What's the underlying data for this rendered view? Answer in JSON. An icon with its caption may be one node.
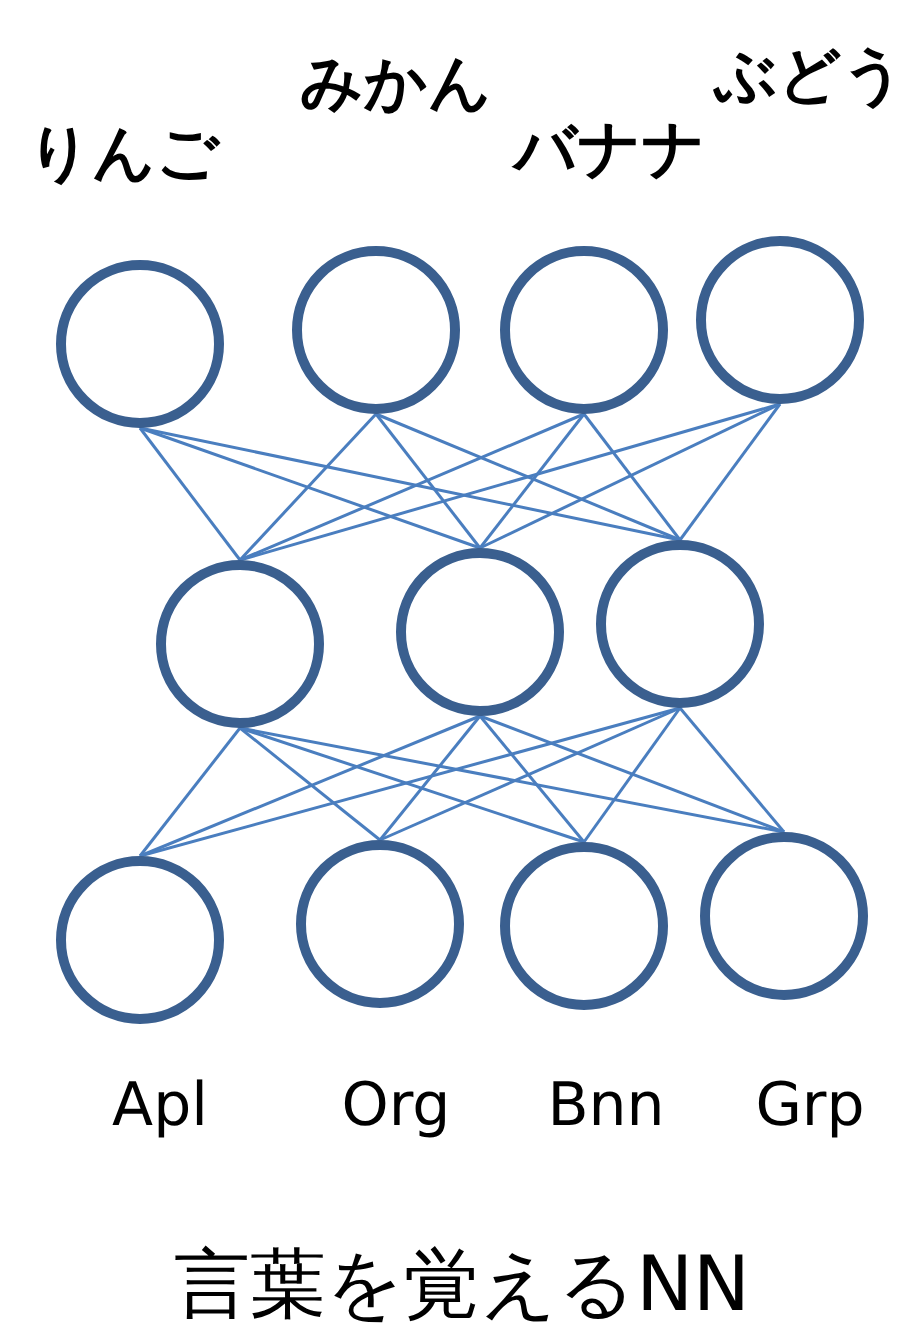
{
  "diagram": {
    "caption": "言葉を覚えるNN",
    "nodes": [
      {
        "text": [
          "りんご"
        ]
      },
      {
        "text": [
          "みかん"
        ]
      },
      {
        "text": [
          "バナナ"
        ]
      },
      {
        "text": [
          "ぶどう"
        ]
      },
      {
        "text": [],
        "shape": "circle"
      },
      {
        "text": [],
        "shape": "circle"
      },
      {
        "text": [],
        "shape": "circle"
      },
      {
        "text": [
          "Apl"
        ]
      },
      {
        "text": [
          "Org"
        ]
      },
      {
        "text": [
          "Bnn"
        ]
      },
      {
        "text": [
          "Grp"
        ]
      }
    ],
    "edges": [
      {
        "from": 0,
        "to": 4,
        "arrow": "none"
      },
      {
        "from": 0,
        "to": 5,
        "arrow": "none"
      },
      {
        "from": 0,
        "to": 6,
        "arrow": "none"
      },
      {
        "from": 1,
        "to": 4,
        "arrow": "none"
      },
      {
        "from": 1,
        "to": 5,
        "arrow": "none"
      },
      {
        "from": 1,
        "to": 6,
        "arrow": "none"
      },
      {
        "from": 2,
        "to": 4,
        "arrow": "none"
      },
      {
        "from": 2,
        "to": 5,
        "arrow": "none"
      },
      {
        "from": 2,
        "to": 6,
        "arrow": "none"
      },
      {
        "from": 3,
        "to": 4,
        "arrow": "none"
      },
      {
        "from": 3,
        "to": 5,
        "arrow": "none"
      },
      {
        "from": 3,
        "to": 6,
        "arrow": "none"
      },
      {
        "from": 4,
        "to": 7,
        "arrow": "none"
      },
      {
        "from": 4,
        "to": 8,
        "arrow": "none"
      },
      {
        "from": 4,
        "to": 9,
        "arrow": "none"
      },
      {
        "from": 4,
        "to": 10,
        "arrow": "none"
      },
      {
        "from": 5,
        "to": 7,
        "arrow": "none"
      },
      {
        "from": 5,
        "to": 8,
        "arrow": "none"
      },
      {
        "from": 5,
        "to": 9,
        "arrow": "none"
      },
      {
        "from": 5,
        "to": 10,
        "arrow": "none"
      },
      {
        "from": 6,
        "to": 7,
        "arrow": "none"
      },
      {
        "from": 6,
        "to": 8,
        "arrow": "none"
      },
      {
        "from": 6,
        "to": 9,
        "arrow": "none"
      },
      {
        "from": 6,
        "to": 10,
        "arrow": "none"
      }
    ]
  }
}
